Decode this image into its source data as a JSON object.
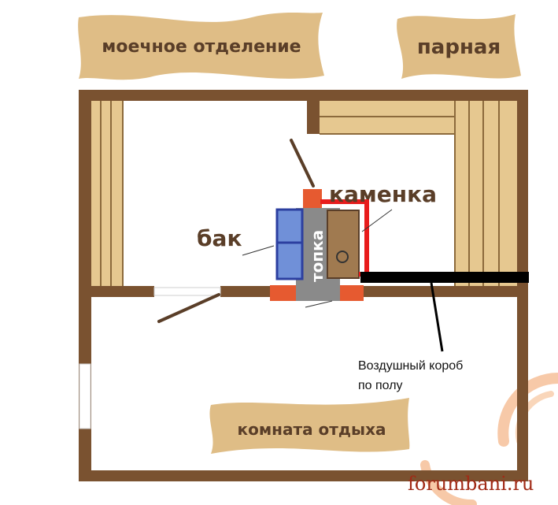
{
  "colors": {
    "wall": "#7a5230",
    "bench": "#e6c890",
    "bench_line": "#8c6a3c",
    "banner": "#dfbd86",
    "banner_text": "#5a3e28",
    "stone": "#c07a2a",
    "tank": "#7090d8",
    "tank_border": "#2c3fa0",
    "firebox": "#8a8a8a",
    "heater": "#a07a50",
    "chimney": "#e65a30",
    "hot_pipe": "#e81c1c",
    "air_duct": "#000000",
    "watermark": "#a12a16",
    "watermark_circle": "#f7c9a8"
  },
  "rooms": {
    "wash": "моечное отделение",
    "steam": "парная",
    "rest": "комната отдыха"
  },
  "stove": {
    "heater_label": "каменка",
    "tank_label": "бак",
    "firebox_label": "топка"
  },
  "annotations": {
    "air_duct_line1": "Воздушный короб",
    "air_duct_line2": "по полу"
  },
  "watermark": "forumbani.ru"
}
